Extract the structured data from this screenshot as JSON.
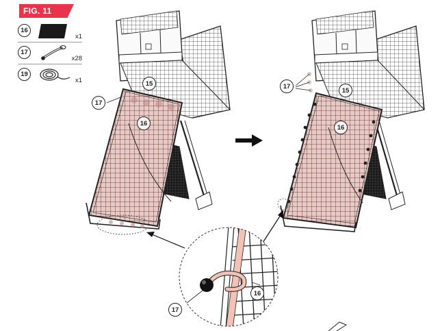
{
  "figure": {
    "label": "FIG. 11"
  },
  "parts": [
    {
      "number": "16",
      "quantity": "x1",
      "icon": "net-panel-icon"
    },
    {
      "number": "17",
      "quantity": "x28",
      "icon": "bungee-tie-icon"
    },
    {
      "number": "19",
      "quantity": "x1",
      "icon": "rope-coil-icon"
    }
  ],
  "callouts": {
    "left_tie": "17",
    "left_frame": "15",
    "left_net": "16",
    "right_tie": "17",
    "right_frame": "15",
    "right_net": "16",
    "detail_tie": "17",
    "detail_net": "16"
  },
  "colors": {
    "banner": "#e8334a",
    "net": "#e8c4c0",
    "tie": "#f0b5a8",
    "line": "#222222"
  }
}
